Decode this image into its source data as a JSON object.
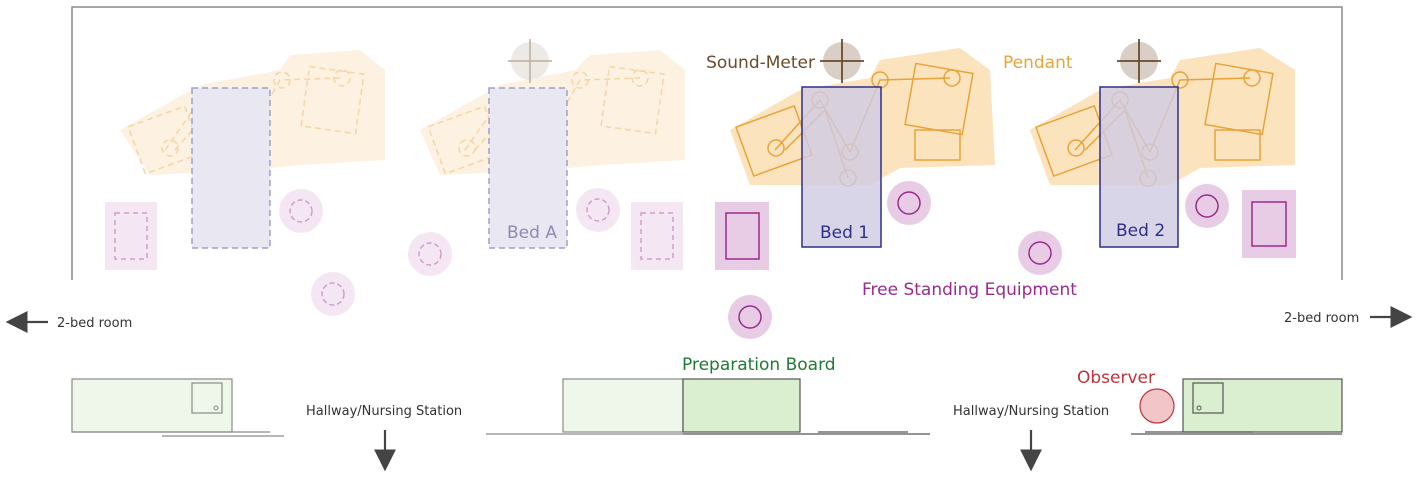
{
  "labels": {
    "sound_meter": "Sound-Meter",
    "pendant": "Pendant",
    "bed_a": "Bed A",
    "bed_1": "Bed 1",
    "bed_2": "Bed 2",
    "free_standing_equipment": "Free Standing Equipment",
    "preparation_board": "Preparation Board",
    "observer": "Observer",
    "hallway_left": "Hallway/Nursing Station",
    "hallway_right": "Hallway/Nursing Station",
    "two_bed_room_left": "2-bed room",
    "two_bed_room_right": "2-bed room"
  },
  "colors": {
    "pendant": "#e8a33a",
    "pendant_fill": "#fbe3bd",
    "bed_stroke": "#2e2e8a",
    "bed_fill": "#cfcbe3",
    "equipment": "#9a2b8e",
    "equipment_fill": "#e8cce6",
    "sound_meter": "#6b4a2a",
    "prep_board": "#1f7a35",
    "prep_fill": "#d9efcf",
    "observer": "#c0313b",
    "observer_fill": "#f2c6c8",
    "walls": "#555555"
  }
}
